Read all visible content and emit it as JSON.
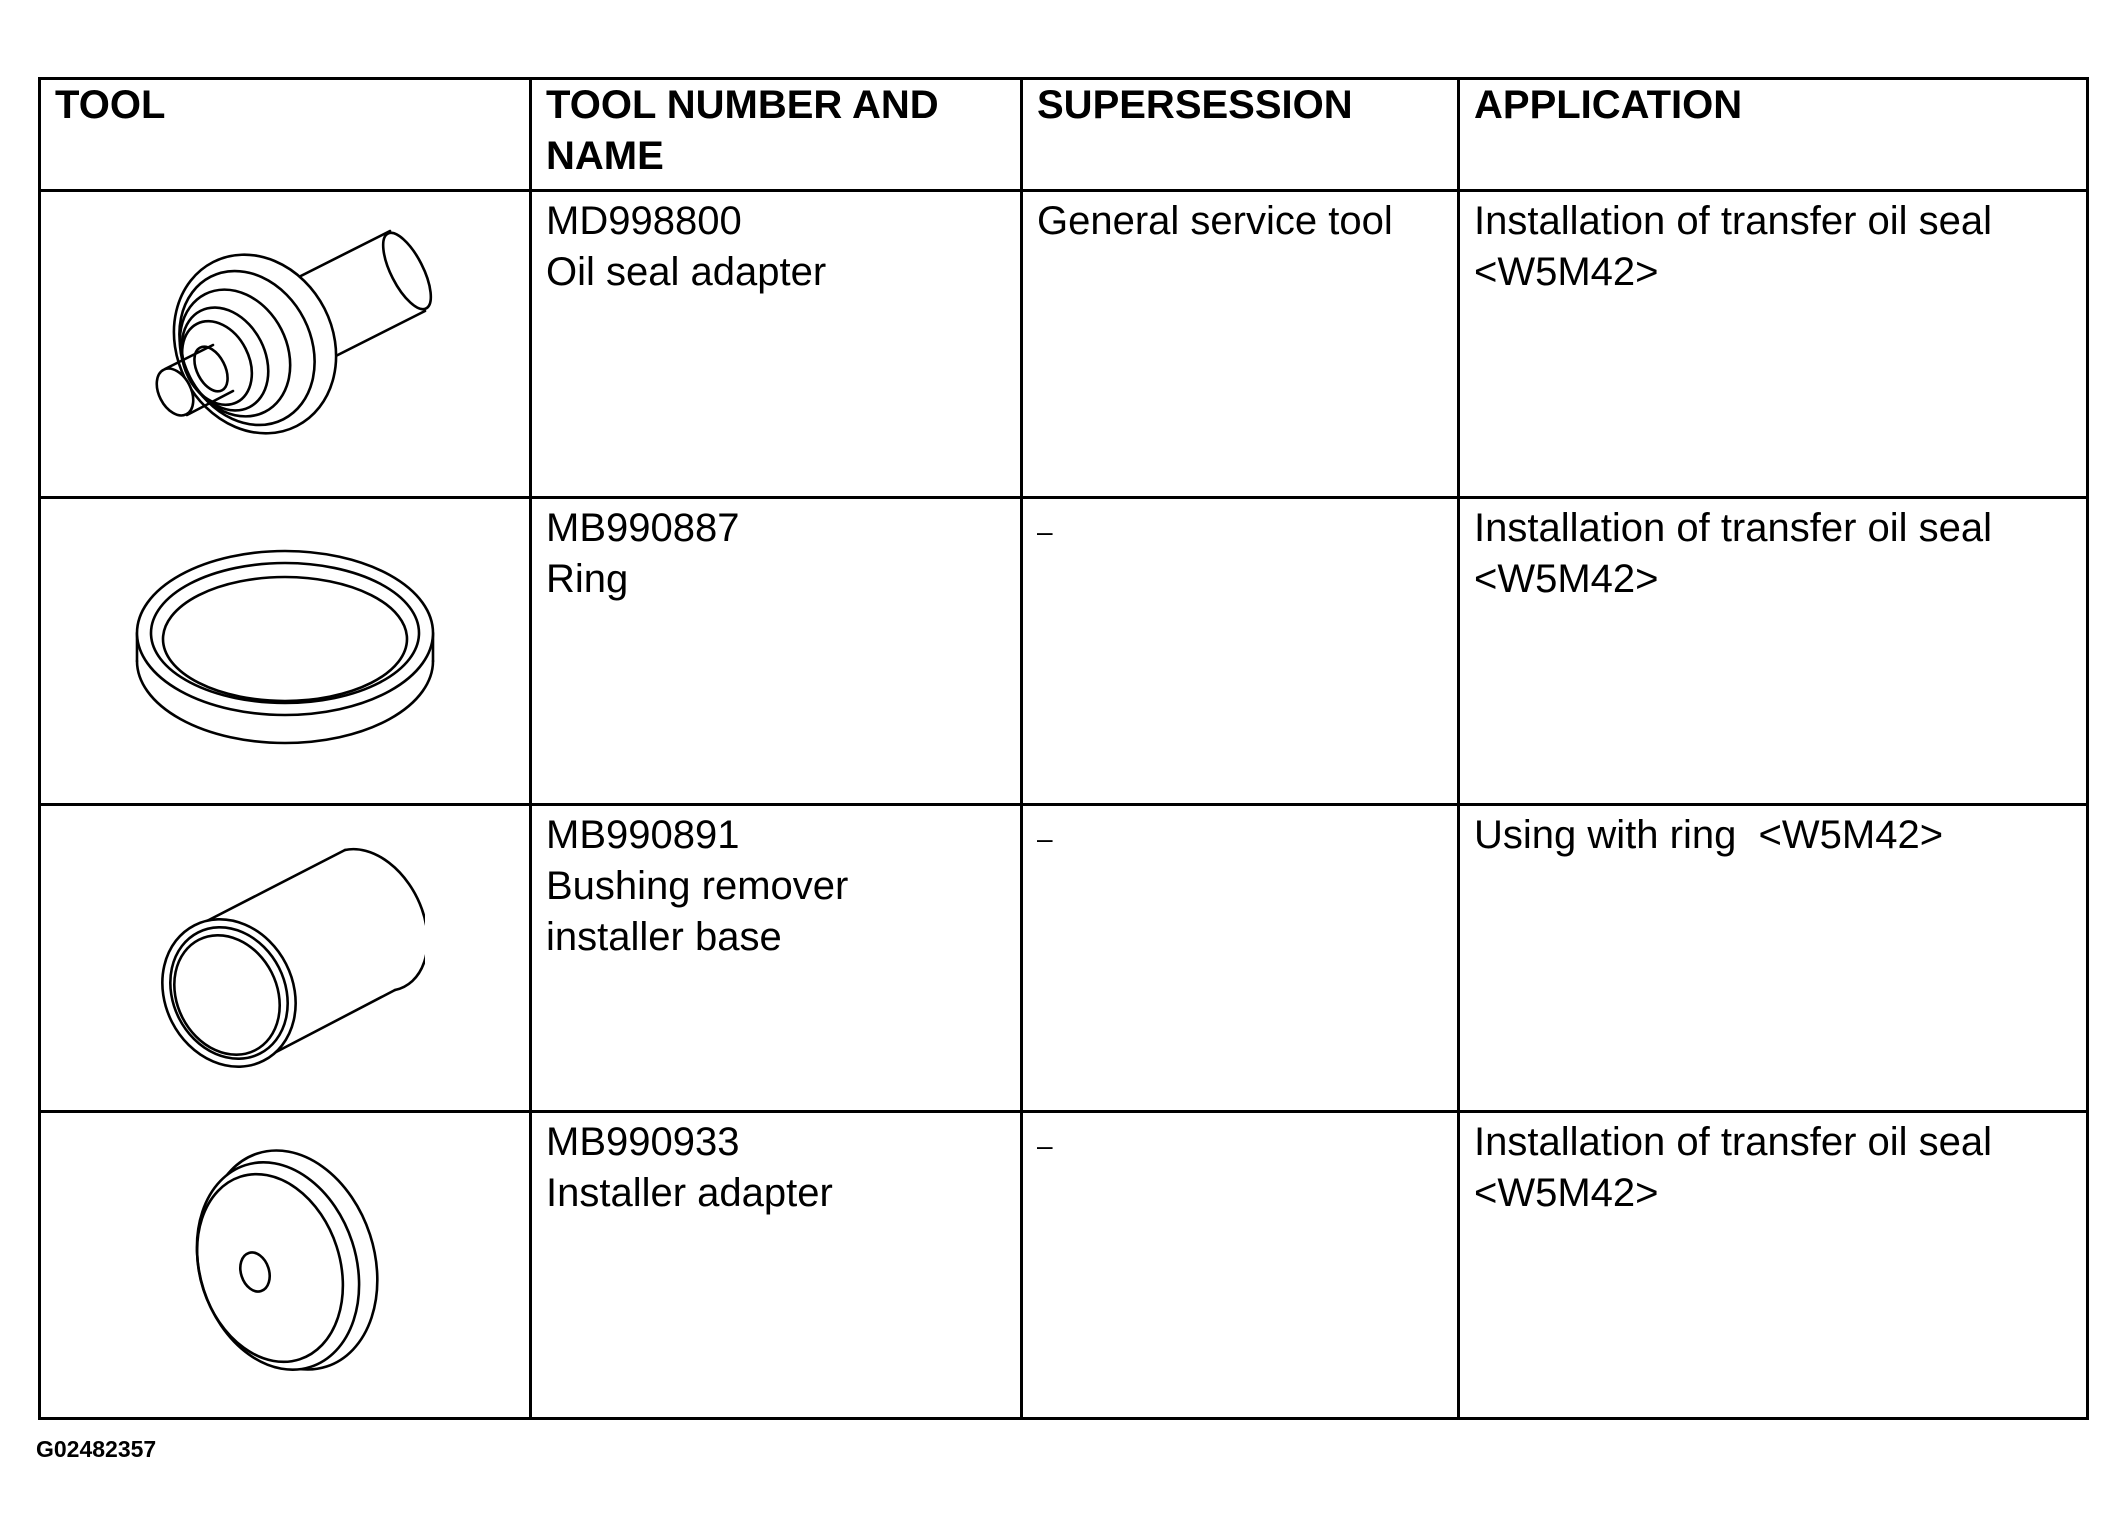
{
  "table": {
    "headers": [
      {
        "lines": [
          "TOOL"
        ]
      },
      {
        "lines": [
          "TOOL NUMBER AND",
          "NAME"
        ]
      },
      {
        "lines": [
          "SUPERSESSION"
        ]
      },
      {
        "lines": [
          "APPLICATION"
        ]
      }
    ],
    "rows": [
      {
        "icon": "oil-seal-adapter-icon",
        "number_name": [
          "MD998800",
          "Oil seal adapter"
        ],
        "supersession": "General service tool",
        "application": [
          "Installation of transfer oil seal",
          "<W5M42>"
        ]
      },
      {
        "icon": "ring-icon",
        "number_name": [
          "MB990887",
          "Ring"
        ],
        "supersession": "–",
        "application": [
          "Installation of transfer oil seal",
          "<W5M42>"
        ]
      },
      {
        "icon": "bushing-remover-installer-base-icon",
        "number_name": [
          "MB990891",
          "Bushing remover",
          "installer base"
        ],
        "supersession": "–",
        "application": [
          "Using with ring  <W5M42>"
        ]
      },
      {
        "icon": "installer-adapter-icon",
        "number_name": [
          "MB990933",
          "Installer adapter"
        ],
        "supersession": "–",
        "application": [
          "Installation of transfer oil seal",
          "<W5M42>"
        ]
      }
    ]
  },
  "figure_id": "G02482357"
}
